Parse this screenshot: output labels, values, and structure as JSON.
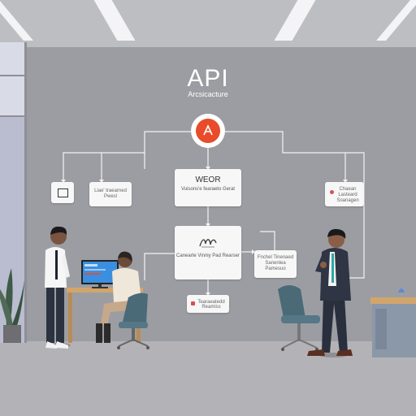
{
  "header": {
    "title": "API",
    "subtitle": "Arcsicacture"
  },
  "diagram": {
    "center_top_card": {
      "heading": "WEOR",
      "text": "Vuisons'e fearaeto Gerat"
    },
    "left_text_card": {
      "text": "Liae' traearned Pwesl"
    },
    "right_card": {
      "text": "Chaean Lasteard Soanagen"
    },
    "center_card": {
      "text": "Canearte Vinniy Pad Rearser"
    },
    "mid_right_card": {
      "text": "Fnchel Tinenaed Sanenlea Pamesuo"
    },
    "bottom_card": {
      "text": "Tearaeatedd Reamiss"
    },
    "accent_color": "#e84c2b",
    "icons": [
      "api-logo-icon",
      "frame-icon",
      "doodle-logo-icon"
    ]
  },
  "scene": {
    "colors": {
      "wall": "#9c9da2",
      "floor": "#b3b3b7",
      "chair": "#4b6a78",
      "desk": "#d2a56c"
    }
  }
}
